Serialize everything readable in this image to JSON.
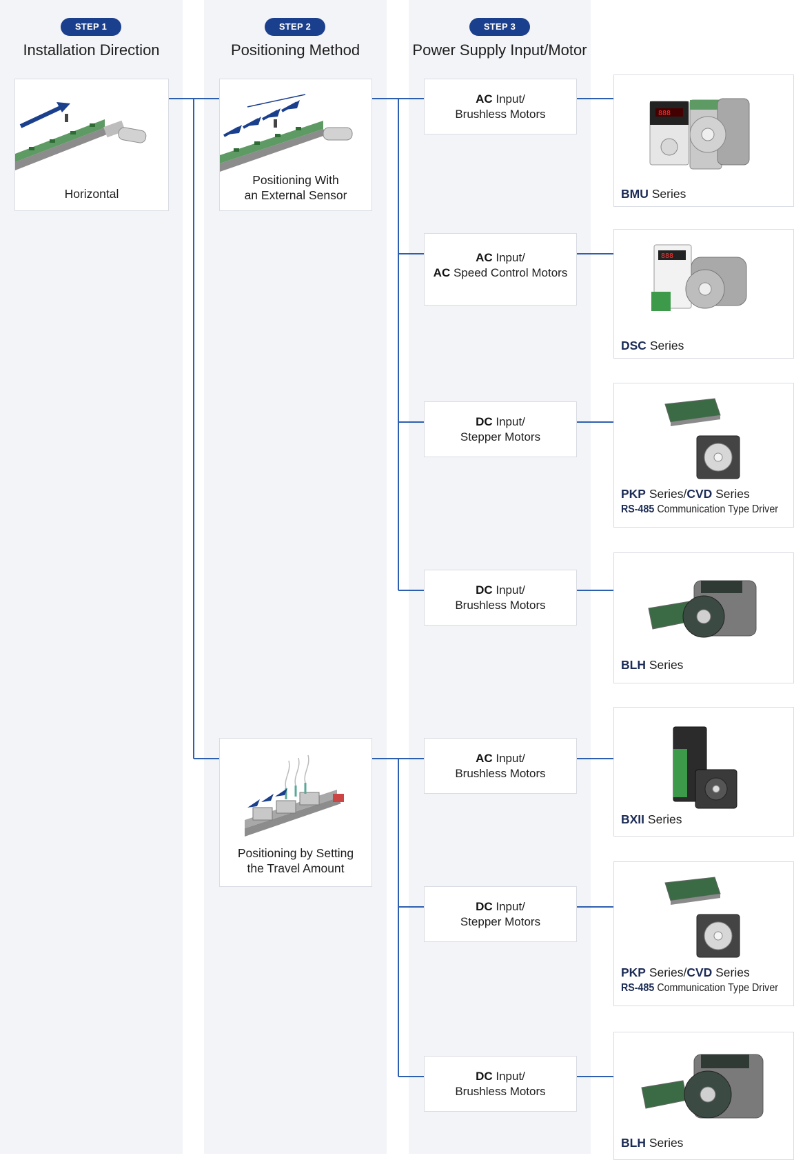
{
  "steps": [
    {
      "badge": "STEP 1",
      "title": "Installation Direction"
    },
    {
      "badge": "STEP 2",
      "title": "Positioning Method"
    },
    {
      "badge": "STEP 3",
      "title": "Power Supply Input/Motor"
    }
  ],
  "installation": {
    "label": "Horizontal"
  },
  "methods": [
    {
      "line1": "Positioning With",
      "line2": "an External Sensor"
    },
    {
      "line1": "Positioning by Setting",
      "line2": "the Travel Amount"
    }
  ],
  "choices": [
    {
      "bold1": "AC",
      "rest1": " Input/",
      "bold2": "",
      "rest2": "Brushless Motors"
    },
    {
      "bold1": "AC",
      "rest1": " Input/",
      "bold2": "AC",
      "rest2": " Speed Control Motors"
    },
    {
      "bold1": "DC",
      "rest1": " Input/",
      "bold2": "",
      "rest2": "Stepper Motors"
    },
    {
      "bold1": "DC",
      "rest1": " Input/",
      "bold2": "",
      "rest2": "Brushless Motors"
    },
    {
      "bold1": "AC",
      "rest1": " Input/",
      "bold2": "",
      "rest2": "Brushless Motors"
    },
    {
      "bold1": "DC",
      "rest1": " Input/",
      "bold2": "",
      "rest2": "Stepper Motors"
    },
    {
      "bold1": "DC",
      "rest1": " Input/",
      "bold2": "",
      "rest2": "Brushless Motors"
    }
  ],
  "products": [
    {
      "name": "BMU",
      "suffix": " Series"
    },
    {
      "name": "DSC",
      "suffix": " Series"
    },
    {
      "name": "PKP",
      "suffix": " Series/",
      "name2": "CVD",
      "suffix2": " Series",
      "sub_bold": "RS-485",
      "sub_rest": " Communication Type Driver"
    },
    {
      "name": "BLH",
      "suffix": " Series"
    },
    {
      "name": "BXII",
      "suffix": " Series"
    },
    {
      "name": "PKP",
      "suffix": " Series/",
      "name2": "CVD",
      "suffix2": " Series",
      "sub_bold": "RS-485",
      "sub_rest": " Communication Type Driver"
    },
    {
      "name": "BLH",
      "suffix": " Series"
    }
  ],
  "colors": {
    "badge": "#1a3f8c",
    "connector": "#2d5fb0",
    "column_bg": "#f3f4f8",
    "product_name": "#1b2b55"
  }
}
